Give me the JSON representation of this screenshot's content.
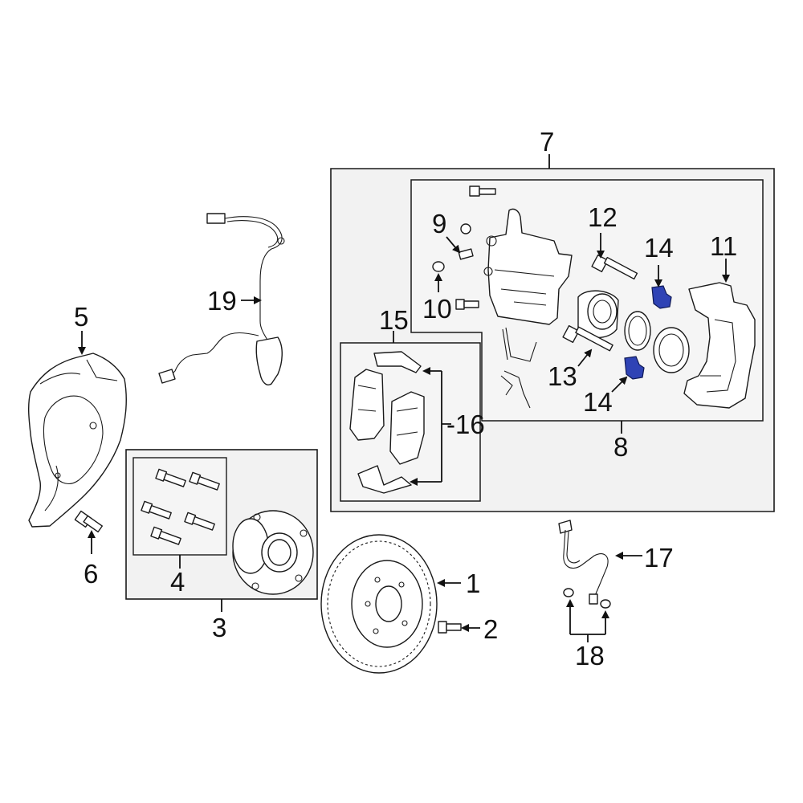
{
  "colors": {
    "highlight": "#2f43b5",
    "box_fill": "#f2f2f2",
    "line": "#1a1a1a"
  },
  "callouts": {
    "c1": "1",
    "c2": "2",
    "c3": "3",
    "c4": "4",
    "c5": "5",
    "c6": "6",
    "c7": "7",
    "c8": "8",
    "c9": "9",
    "c10": "10",
    "c11": "11",
    "c12": "12",
    "c13": "13",
    "c14a": "14",
    "c14b": "14",
    "c15": "15",
    "c16": "-16",
    "c17": "17",
    "c18": "18",
    "c19": "19"
  }
}
